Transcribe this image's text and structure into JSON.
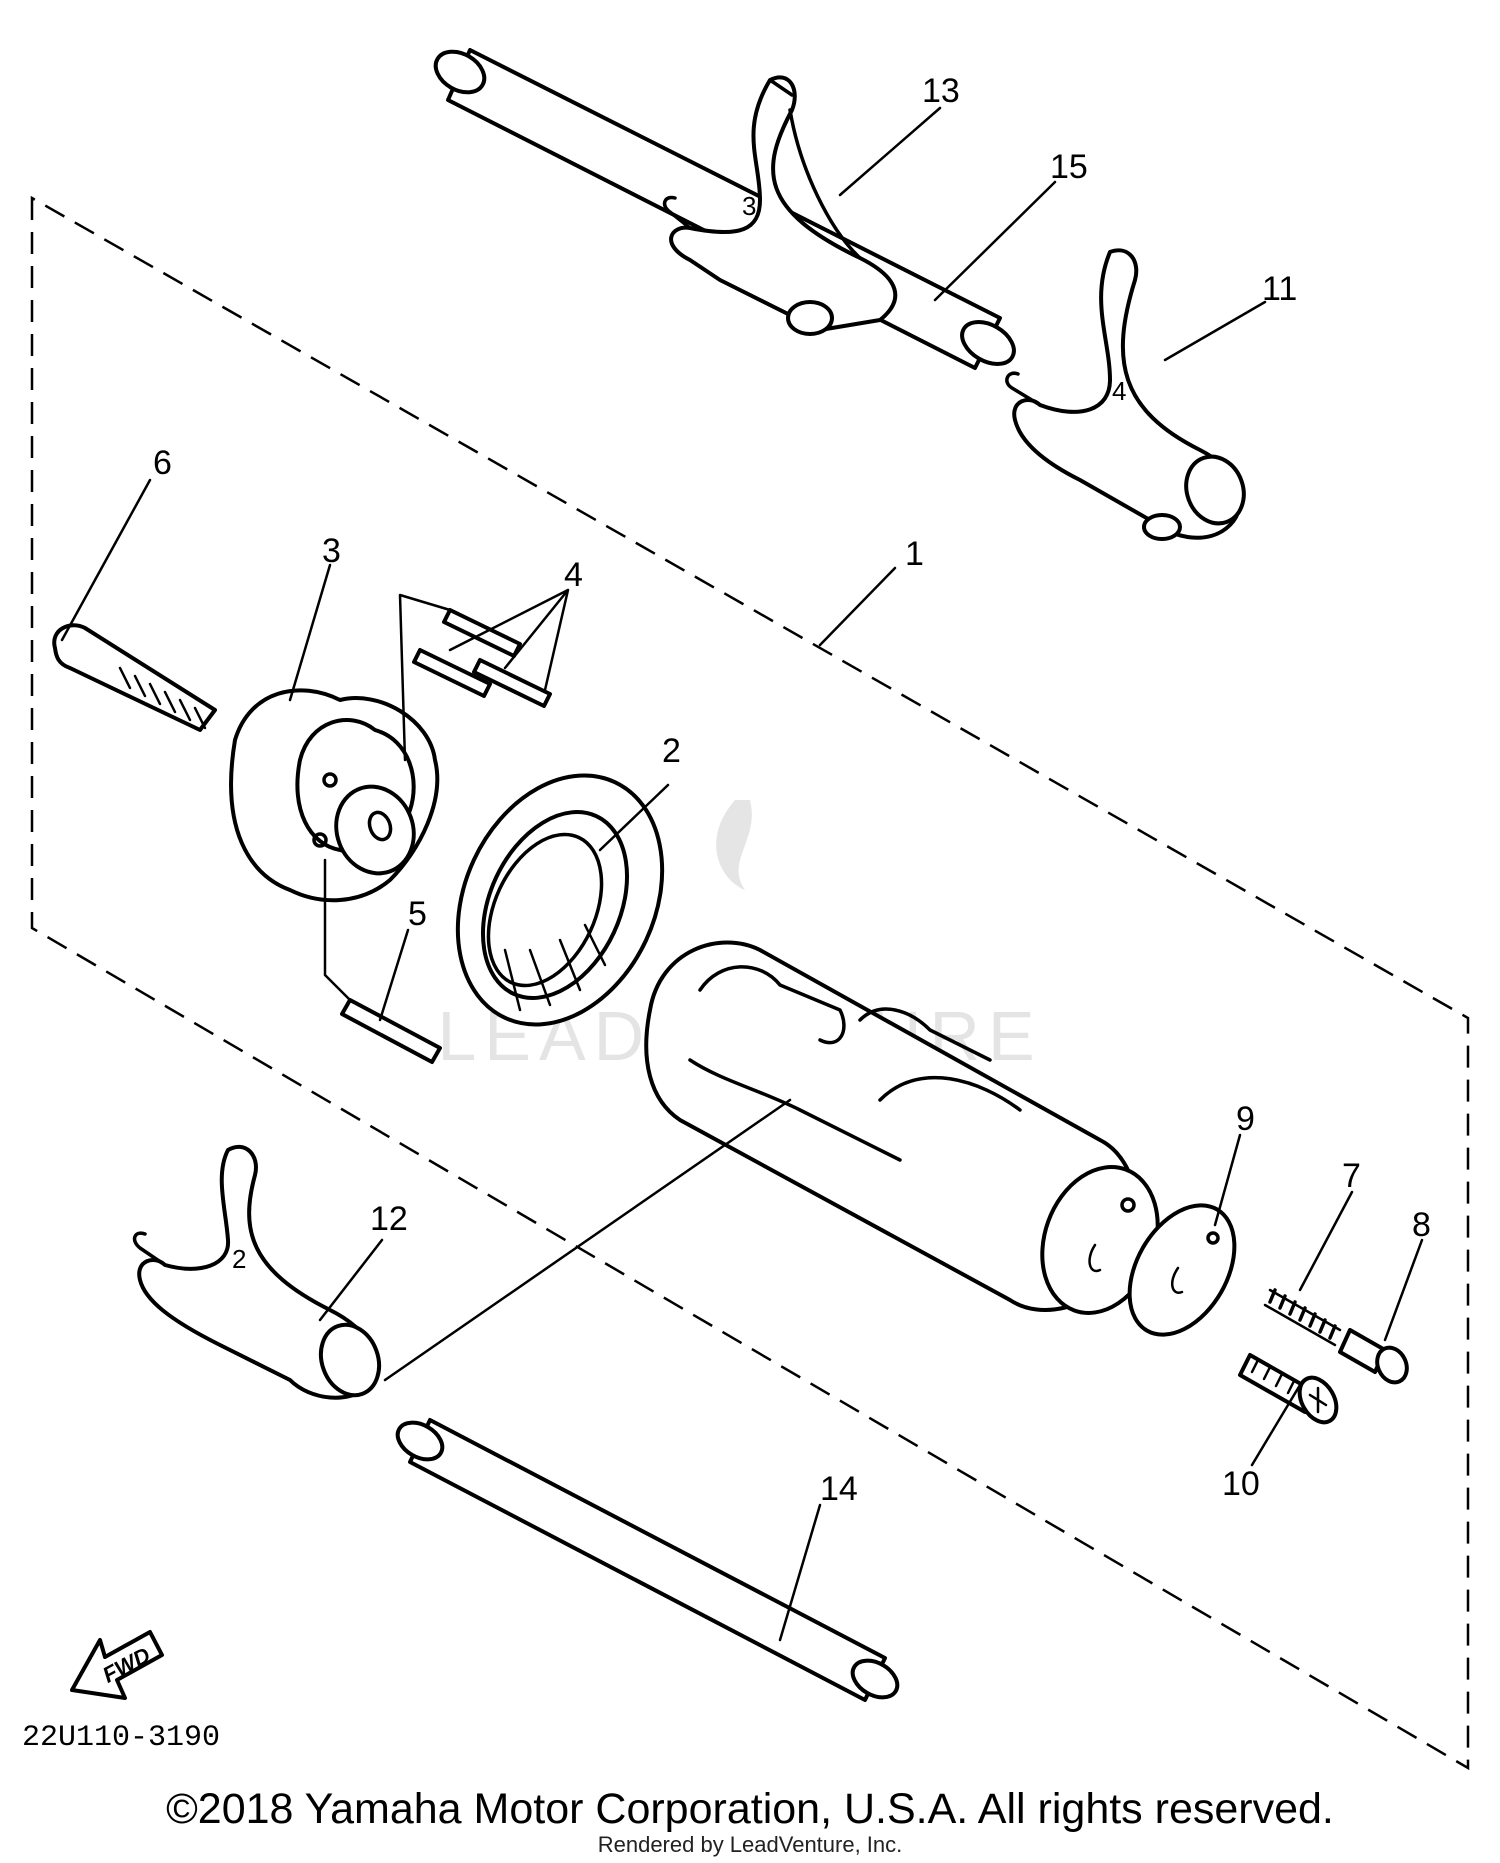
{
  "callouts": [
    "1",
    "2",
    "3",
    "4",
    "5",
    "6",
    "7",
    "8",
    "9",
    "10",
    "11",
    "12",
    "13",
    "14",
    "15"
  ],
  "fork_marks": {
    "fork_13": "3",
    "fork_11": "4",
    "fork_12": "2"
  },
  "fwd_label": "FWD",
  "diagram_code": "22U110-3190",
  "copyright": "©2018 Yamaha Motor Corporation, U.S.A. All rights reserved.",
  "rendered_by": "Rendered by LeadVenture, Inc.",
  "watermark": "LEADVENTURE"
}
